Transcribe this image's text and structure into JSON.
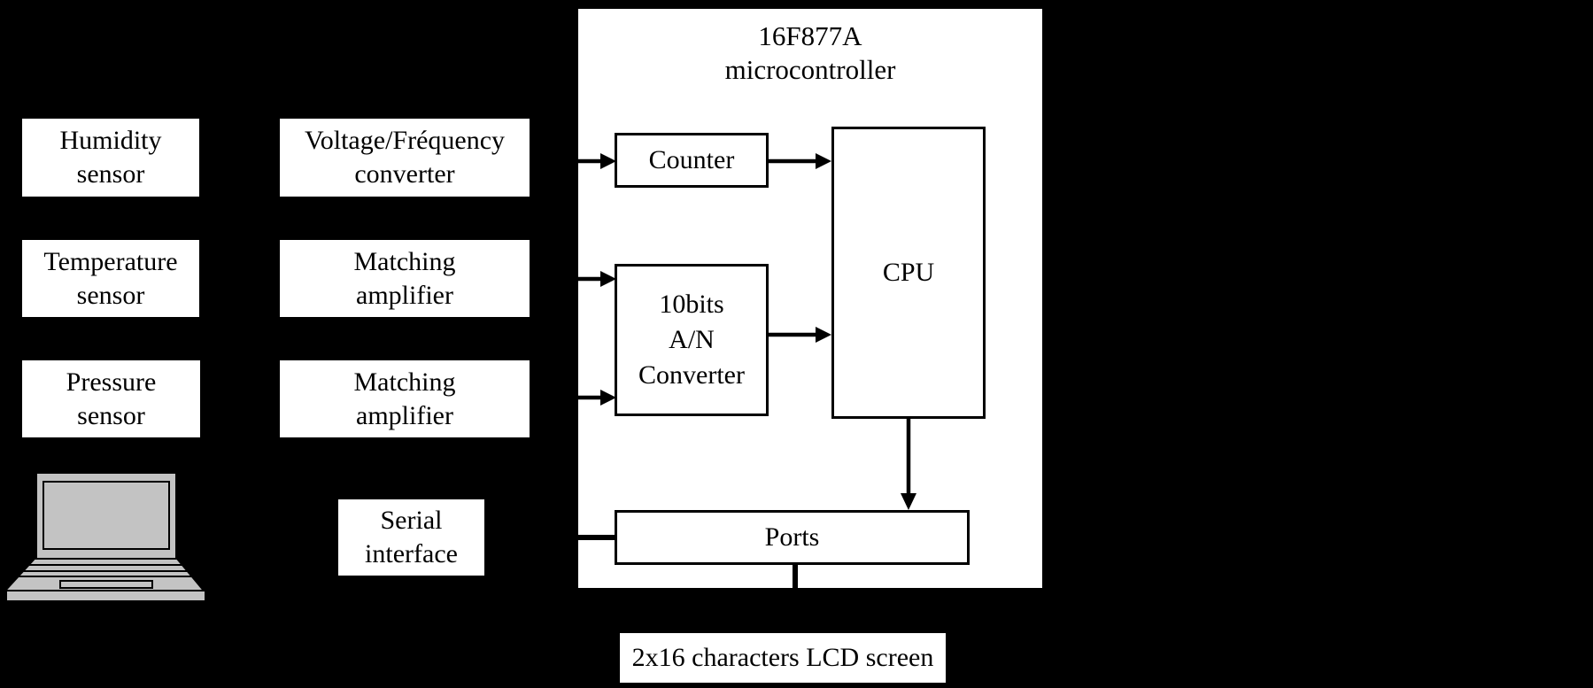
{
  "colors": {
    "background": "#000000",
    "box_fill": "#ffffff",
    "line": "#000000",
    "laptop_gray": "#c3c3c3"
  },
  "microcontroller": {
    "title_line1": "16F877A",
    "title_line2": "microcontroller",
    "counter_label": "Counter",
    "adc_line1": "10bits",
    "adc_line2": "A/N",
    "adc_line3": "Converter",
    "cpu_label": "CPU",
    "ports_label": "Ports"
  },
  "sensors": [
    {
      "line1": "Humidity",
      "line2": "sensor"
    },
    {
      "line1": "Temperature",
      "line2": "sensor"
    },
    {
      "line1": "Pressure",
      "line2": "sensor"
    }
  ],
  "signal_conditioning": [
    {
      "line1": "Voltage/Fréquency",
      "line2": "converter"
    },
    {
      "line1": "Matching",
      "line2": "amplifier"
    },
    {
      "line1": "Matching",
      "line2": "amplifier"
    }
  ],
  "serial_interface": {
    "line1": "Serial",
    "line2": "interface"
  },
  "lcd_label": "2x16 characters LCD screen",
  "icons": {
    "laptop": "laptop-icon"
  }
}
